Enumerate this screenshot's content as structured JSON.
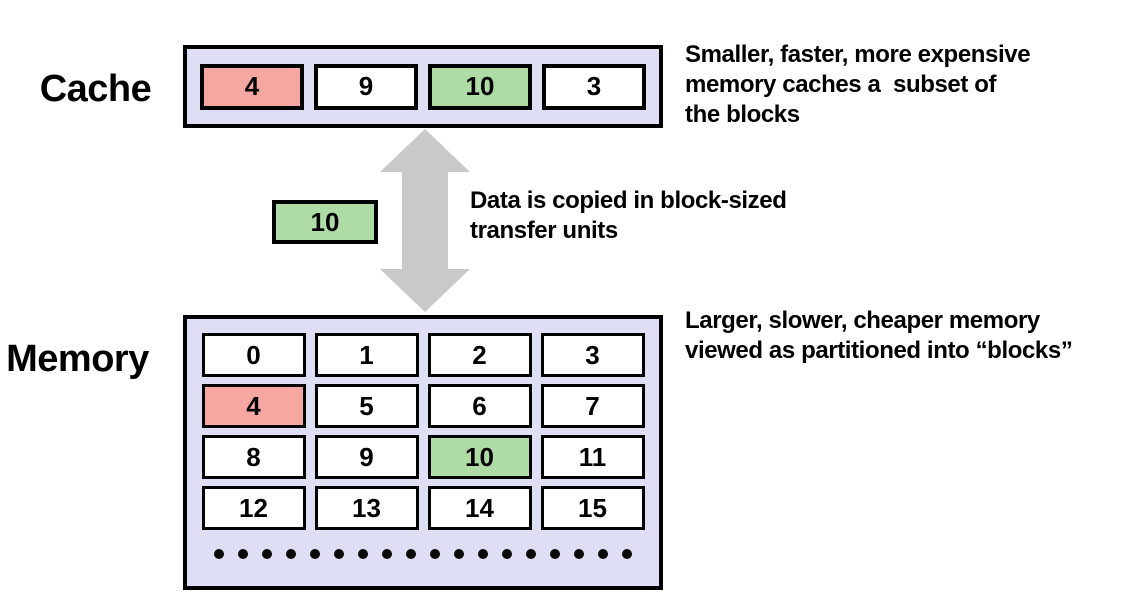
{
  "colors": {
    "panel_bg": "#dedef5",
    "block_pink": "#f6a7a1",
    "block_green": "#aedba6",
    "block_white": "#ffffff",
    "arrow_gray": "#c9c9c9",
    "border_black": "#000000"
  },
  "cache": {
    "label": "Cache",
    "blocks": [
      {
        "value": "4",
        "state": "pink"
      },
      {
        "value": "9",
        "state": "white"
      },
      {
        "value": "10",
        "state": "green"
      },
      {
        "value": "3",
        "state": "white"
      }
    ],
    "note": "Smaller, faster, more expensive\nmemory caches a  subset of\nthe blocks"
  },
  "transfer": {
    "block": {
      "value": "10",
      "state": "green"
    },
    "note": "Data is copied in block-sized\ntransfer units"
  },
  "memory": {
    "label": "Memory",
    "blocks": [
      {
        "value": "0",
        "state": "white"
      },
      {
        "value": "1",
        "state": "white"
      },
      {
        "value": "2",
        "state": "white"
      },
      {
        "value": "3",
        "state": "white"
      },
      {
        "value": "4",
        "state": "pink"
      },
      {
        "value": "5",
        "state": "white"
      },
      {
        "value": "6",
        "state": "white"
      },
      {
        "value": "7",
        "state": "white"
      },
      {
        "value": "8",
        "state": "white"
      },
      {
        "value": "9",
        "state": "white"
      },
      {
        "value": "10",
        "state": "green"
      },
      {
        "value": "11",
        "state": "white"
      },
      {
        "value": "12",
        "state": "white"
      },
      {
        "value": "13",
        "state": "white"
      },
      {
        "value": "14",
        "state": "white"
      },
      {
        "value": "15",
        "state": "white"
      }
    ],
    "ellipsis_dots": 18,
    "note": "Larger, slower, cheaper memory\nviewed as partitioned into “blocks”"
  }
}
